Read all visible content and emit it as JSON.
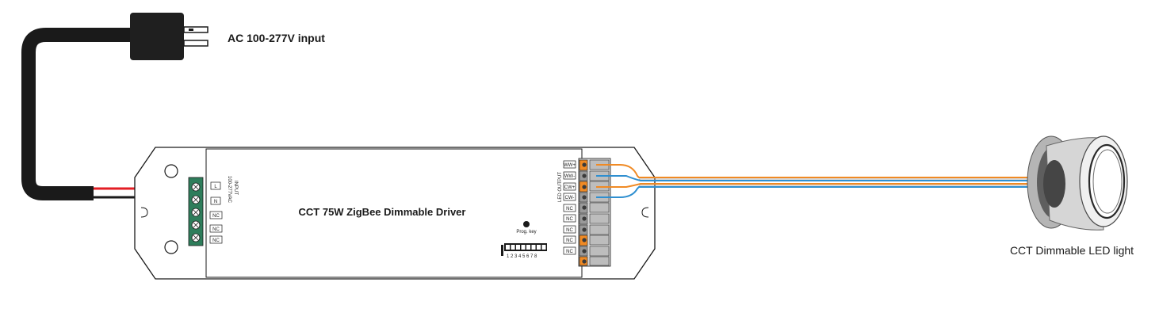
{
  "labels": {
    "ac_input": "AC 100-277V input",
    "driver_title": "CCT 75W ZigBee Dimmable Driver",
    "led_light": "CCT Dimmable LED light",
    "prog_key": "Prog. key",
    "input_heading": "INPUT",
    "input_voltage": "100-277VAC",
    "led_output_heading": "LED OUTPUT",
    "dip_numbers": "1 2 3 4 5 6 7 8"
  },
  "input_terminals": [
    "L",
    "N",
    "NC",
    "NC",
    "NC"
  ],
  "output_terminals": [
    "WW+",
    "WW-",
    "CW+",
    "CW-",
    "NC",
    "NC",
    "NC",
    "NC",
    "NC"
  ],
  "colors": {
    "cable_black": "#1a1a1a",
    "wire_red": "#e31e24",
    "wire_orange": "#f08a24",
    "wire_blue": "#2f8fd0",
    "wire_gray": "#8a8a8a",
    "terminal_green": "#2e7d5b",
    "terminal_orange": "#f08a24"
  }
}
